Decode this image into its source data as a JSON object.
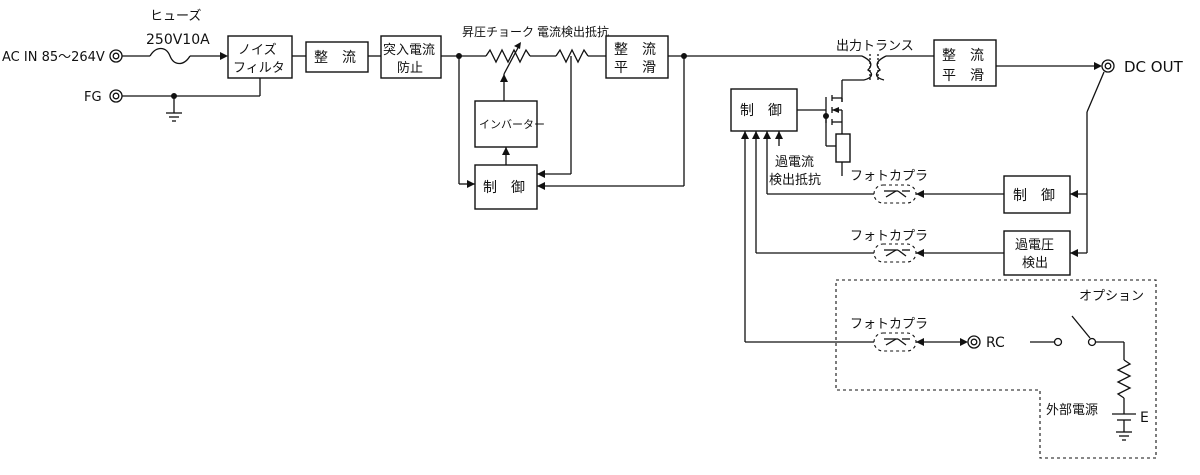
{
  "labels": {
    "ac_in": "AC IN 85～264V",
    "fg": "FG",
    "fuse_title": "ヒューズ",
    "fuse_rating": "250V10A",
    "noise_filter_line1": "ノイズ",
    "noise_filter_line2": "フィルタ",
    "rectifier1": "整　流",
    "inrush_line1": "突入電流",
    "inrush_line2": "防止",
    "boost_choke": "昇圧チョーク",
    "current_detect_resistor": "電流検出抵抗",
    "rect_smooth1_line1": "整　流",
    "rect_smooth1_line2": "平　滑",
    "inverter": "インバーター",
    "control_pfc": "制　御",
    "output_transformer": "出力トランス",
    "rect_smooth2_line1": "整　流",
    "rect_smooth2_line2": "平　滑",
    "dc_out": "DC OUT",
    "control_main": "制　御",
    "overcurrent_line1": "過電流",
    "overcurrent_line2": "検出抵抗",
    "photocoupler1": "フォトカプラ",
    "control_feedback": "制　御",
    "photocoupler2": "フォトカプラ",
    "overvoltage_line1": "過電圧",
    "overvoltage_line2": "検出",
    "option": "オプション",
    "photocoupler3": "フォトカプラ",
    "rc": "RC",
    "external_power": "外部電源",
    "e_label": "E"
  }
}
